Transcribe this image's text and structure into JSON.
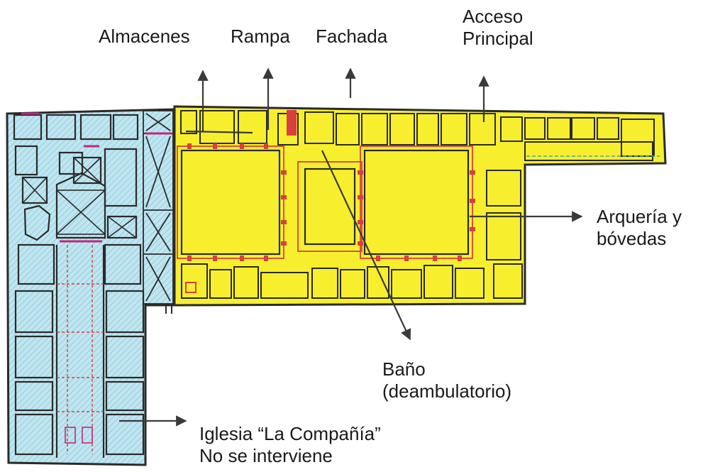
{
  "colors": {
    "church_fill": "#bfe6f0",
    "church_hatch": "#7fb9cc",
    "cloister_fill": "#f7ef2e",
    "wall": "#2a2a2a",
    "red_detail": "#d64040",
    "magenta_detail": "#c0287a",
    "arrow": "#3a3a3a"
  },
  "labels": {
    "almacenes": "Almacenes",
    "rampa": "Rampa",
    "fachada": "Fachada",
    "acceso_line1": "Acceso",
    "acceso_line2": "Principal",
    "arqueria_line1": "Arquería y",
    "arqueria_line2": "bóvedas",
    "bano_line1": "Baño",
    "bano_line2": "(deambulatorio)",
    "iglesia_line1": "Iglesia “La Compañía”",
    "iglesia_line2": "No se interviene"
  }
}
